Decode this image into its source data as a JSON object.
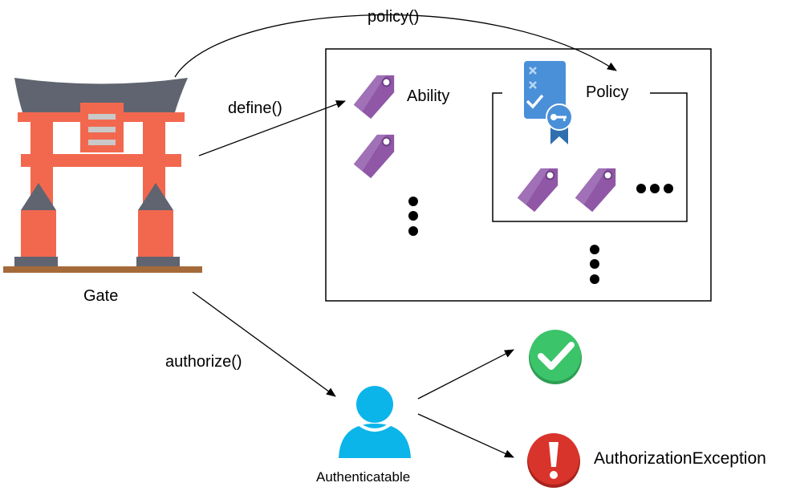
{
  "labels": {
    "gate": "Gate",
    "policy_call": "policy()",
    "define_call": "define()",
    "authorize_call": "authorize()",
    "ability": "Ability",
    "policy": "Policy",
    "authenticatable": "Authenticatable",
    "exception": "AuthorizationException"
  },
  "icons": {
    "gate": "torii-gate-icon",
    "ability": "tag-icon",
    "policy": "certificate-icon",
    "user": "user-icon",
    "allowed": "check-circle-icon",
    "denied": "exclamation-circle-icon"
  },
  "colors": {
    "gate_red": "#f2684f",
    "gate_roof": "#5f6470",
    "tag_purple": "#8f57a6",
    "certificate_blue": "#4a90d9",
    "user_blue": "#0bb5ea",
    "success_green": "#3cc46a",
    "error_red": "#d9342b"
  }
}
